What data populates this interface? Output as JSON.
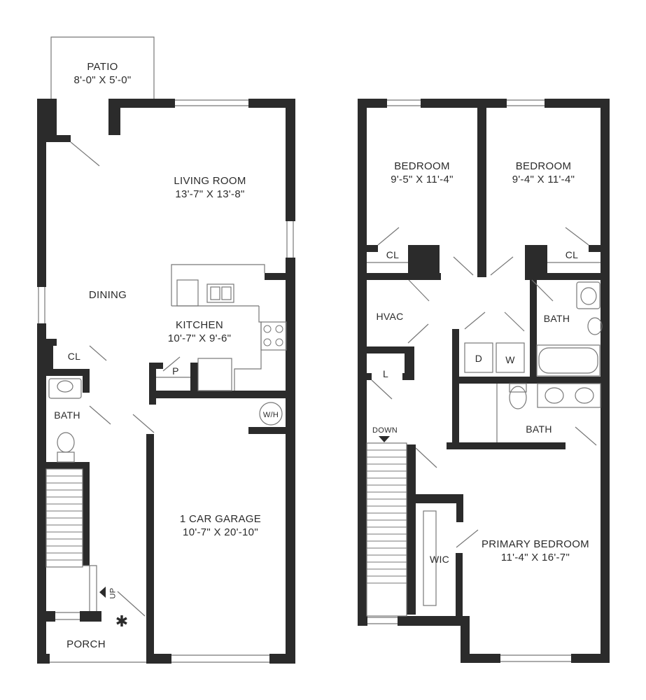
{
  "colors": {
    "wall": "#2b2b2b",
    "line": "#666666",
    "fixture": "#999999",
    "background": "#ffffff"
  },
  "first_floor": {
    "patio": {
      "name": "PATIO",
      "size": "8'-0\" X 5'-0\""
    },
    "living": {
      "name": "LIVING ROOM",
      "size": "13'-7\" X 13'-8\""
    },
    "dining": {
      "name": "DINING"
    },
    "kitchen": {
      "name": "KITCHEN",
      "size": "10'-7\" X 9'-6\""
    },
    "closet": "CL",
    "pantry": "P",
    "bath": "BATH",
    "water_heater": "W/H",
    "stairs_up": "UP",
    "garage": {
      "name": "1 CAR GARAGE",
      "size": "10'-7\" X 20'-10\""
    },
    "porch": "PORCH"
  },
  "second_floor": {
    "bedroom_left": {
      "name": "BEDROOM",
      "size": "9'-5\" X 11'-4\""
    },
    "bedroom_right": {
      "name": "BEDROOM",
      "size": "9'-4\" X 11'-4\""
    },
    "closet_left": "CL",
    "closet_right": "CL",
    "hvac": "HVAC",
    "linen": "L",
    "bath_upper": "BATH",
    "bath_lower": "BATH",
    "dryer": "D",
    "washer": "W",
    "stairs_down": "DOWN",
    "walk_in_closet": "WIC",
    "primary": {
      "name": "PRIMARY BEDROOM",
      "size": "11'-4\" X 16'-7\""
    }
  }
}
